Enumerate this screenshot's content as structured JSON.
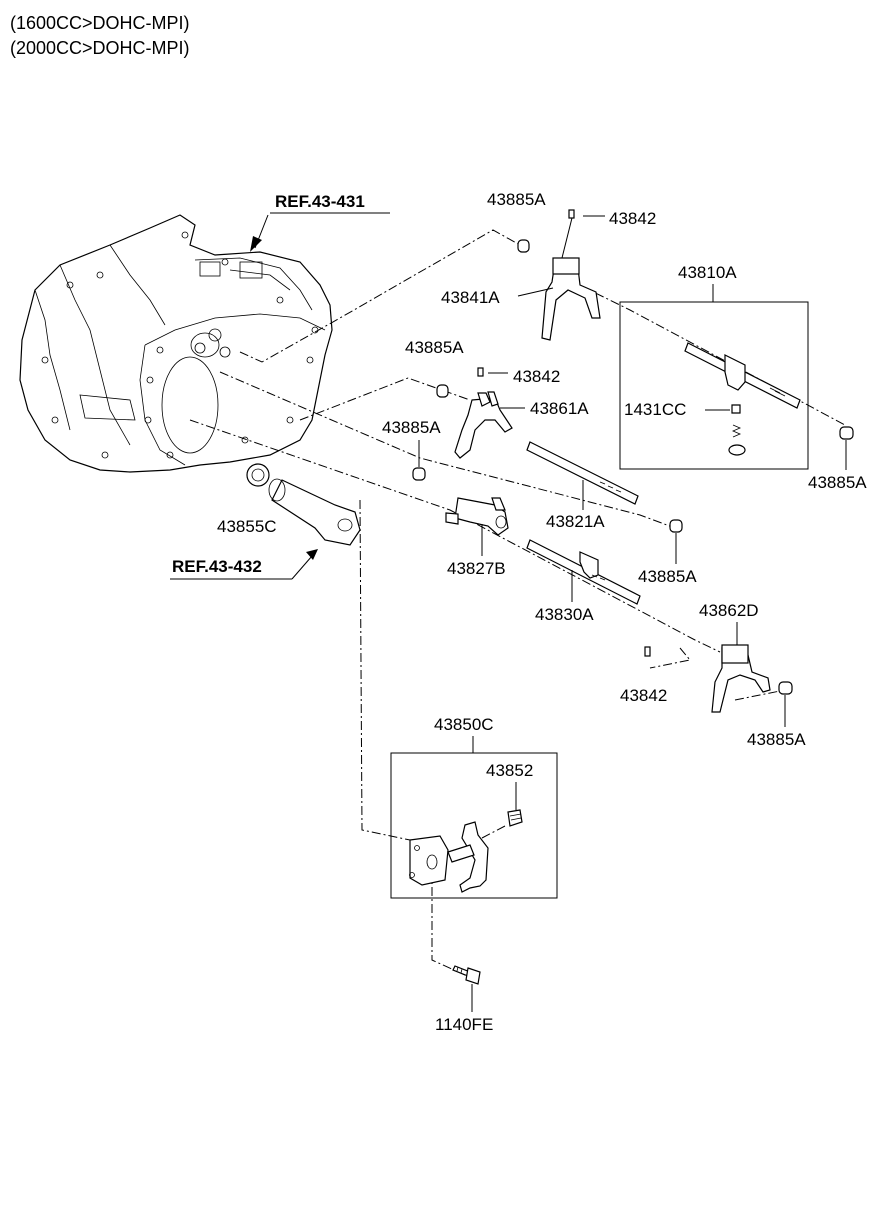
{
  "header": {
    "line1": "(1600CC>DOHC-MPI)",
    "line2": "(2000CC>DOHC-MPI)"
  },
  "refs": {
    "ref1": "REF.43-431",
    "ref2": "REF.43-432"
  },
  "labels": {
    "p43885A_1": "43885A",
    "p43842_1": "43842",
    "p43841A": "43841A",
    "p43810A": "43810A",
    "p43885A_2": "43885A",
    "p43842_2": "43842",
    "p43861A": "43861A",
    "p1431CC": "1431CC",
    "p43885A_3": "43885A",
    "p43885A_4": "43885A",
    "p43855C": "43855C",
    "p43821A": "43821A",
    "p43827B": "43827B",
    "p43885A_5": "43885A",
    "p43830A": "43830A",
    "p43862D": "43862D",
    "p43842_3": "43842",
    "p43885A_6": "43885A",
    "p43850C": "43850C",
    "p43852": "43852",
    "p1140FE": "1140FE"
  }
}
